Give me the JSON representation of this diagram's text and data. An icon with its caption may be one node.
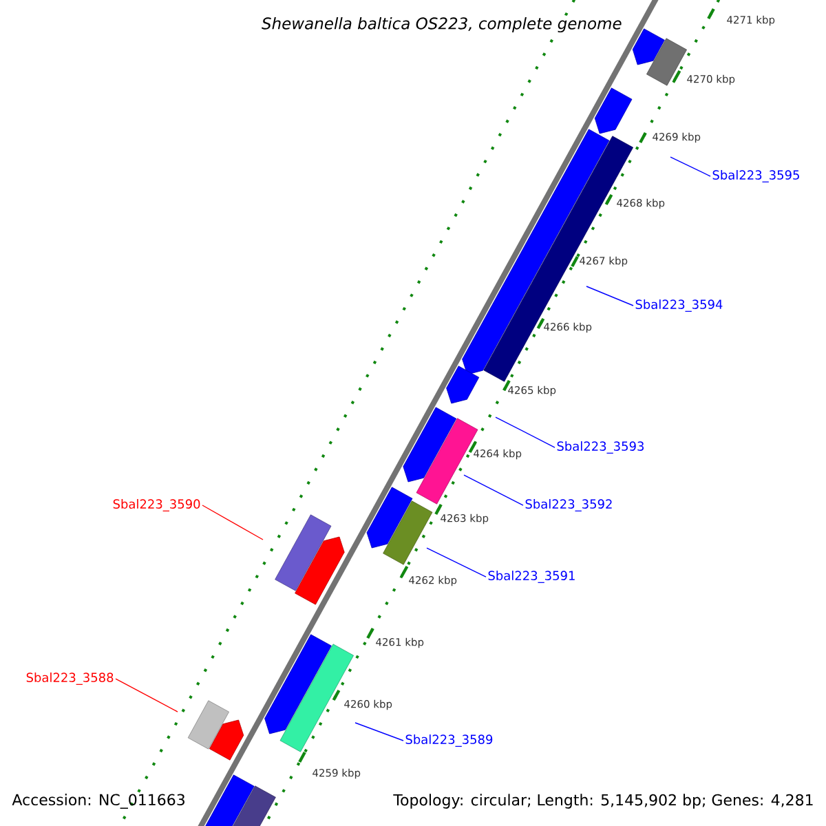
{
  "diagram": {
    "title": "Shewanella baltica OS223, complete genome",
    "nodes": [
      {
        "text": [
          "Sbal223_3595"
        ]
      },
      {
        "text": [
          "Sbal223_3594"
        ]
      },
      {
        "text": [
          "Sbal223_3593"
        ]
      },
      {
        "text": [
          "Sbal223_3592"
        ]
      },
      {
        "text": [
          "Sbal223_3590"
        ]
      },
      {
        "text": [
          "Sbal223_3591"
        ]
      },
      {
        "text": [
          "Sbal223_3588"
        ]
      },
      {
        "text": [
          "Sbal223_3589"
        ]
      }
    ],
    "edges": [
      {
        "from": 0,
        "to": null,
        "arrow": "none"
      },
      {
        "from": 1,
        "to": null,
        "arrow": "none"
      },
      {
        "from": 2,
        "to": null,
        "arrow": "none"
      },
      {
        "from": 3,
        "to": null,
        "arrow": "none"
      },
      {
        "from": 4,
        "to": null,
        "arrow": "none",
        "color": "#ff0000"
      },
      {
        "from": 5,
        "to": null,
        "arrow": "none"
      },
      {
        "from": 6,
        "to": null,
        "arrow": "none",
        "color": "#ff0000"
      },
      {
        "from": 7,
        "to": null,
        "arrow": "none"
      }
    ],
    "labels": [
      "4271 kbp",
      "4270 kbp",
      "4269 kbp",
      "4268 kbp",
      "4267 kbp",
      "4266 kbp",
      "4265 kbp",
      "4264 kbp",
      "4263 kbp",
      "4262 kbp",
      "4261 kbp",
      "4260 kbp",
      "4259 kbp",
      "Accession: NC_011663",
      "Topology: circular; Length: 5,145,902 bp; Genes: 4,281"
    ]
  }
}
